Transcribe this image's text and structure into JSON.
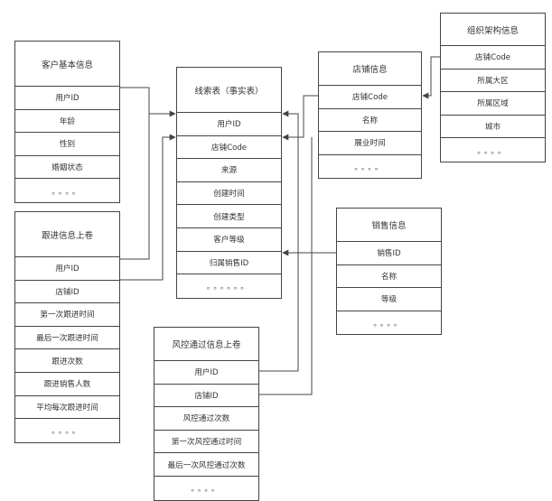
{
  "tables": {
    "kehu": {
      "title": "客户基本信息",
      "rows": [
        "用户ID",
        "年龄",
        "性别",
        "婚姻状态",
        "。。。。"
      ]
    },
    "genjin": {
      "title": "跟进信息上卷",
      "rows": [
        "用户ID",
        "店铺ID",
        "第一次跟进时间",
        "最后一次跟进时间",
        "跟进次数",
        "跟进销售人数",
        "平均每次跟进时间",
        "。。。。"
      ]
    },
    "xiansuo": {
      "title": "线索表（事实表）",
      "rows": [
        "用户ID",
        "店铺Code",
        "来源",
        "创建时间",
        "创建类型",
        "客户等级",
        "归属销售ID",
        "。。。。。。"
      ]
    },
    "dianpu": {
      "title": "店铺信息",
      "rows": [
        "店铺Code",
        "名称",
        "展业时间",
        "。。。。"
      ]
    },
    "zuzhi": {
      "title": "组织架构信息",
      "rows": [
        "店铺Code",
        "所属大区",
        "所属区域",
        "城市",
        "。。。。"
      ]
    },
    "xiaoshou": {
      "title": "销售信息",
      "rows": [
        "销售ID",
        "名称",
        "等级",
        "。。。。"
      ]
    },
    "fengkong": {
      "title": "风控通过信息上卷",
      "rows": [
        "用户ID",
        "店铺ID",
        "风控通过次数",
        "第一次风控通过时间",
        "最后一次风控通过次数",
        "。。。。"
      ]
    }
  },
  "colors": {
    "line": "#444444",
    "text": "#333333",
    "background": "#ffffff"
  }
}
